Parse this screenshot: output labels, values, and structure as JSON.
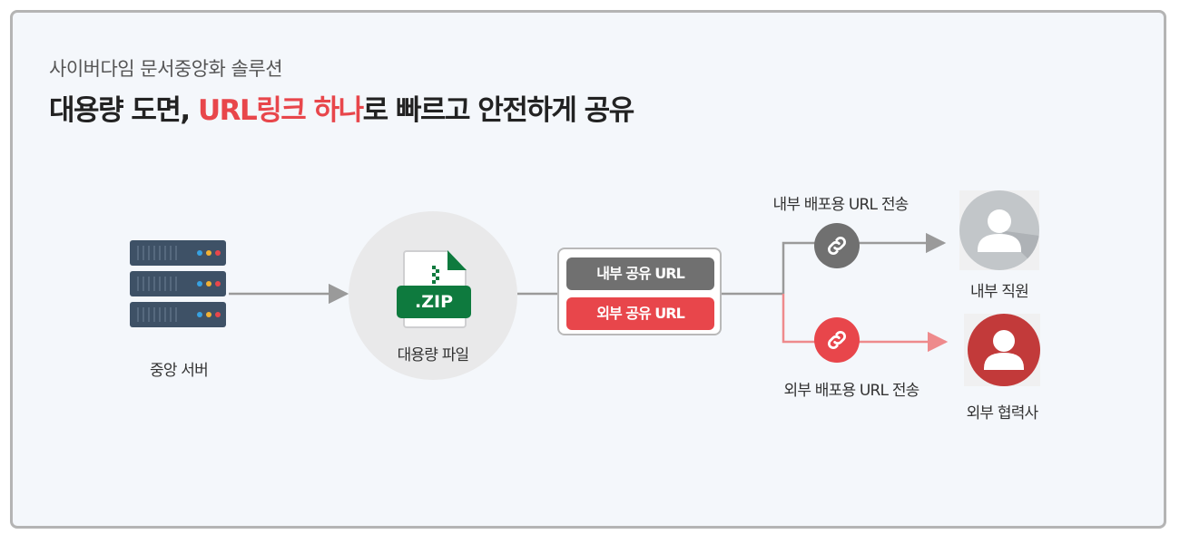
{
  "header": {
    "subtitle": "사이버다임 문서중앙화 솔루션",
    "title_part1": "대용량 도면, ",
    "title_accent": "URL링크 하나",
    "title_part2": "로 빠르고 안전하게 공유"
  },
  "nodes": {
    "server": {
      "label": "중앙 서버"
    },
    "file": {
      "label": "대용량 파일",
      "badge": ".ZIP"
    },
    "url_box": {
      "internal_label": "내부 공유 URL",
      "external_label": "외부 공유 URL"
    },
    "internal_recipient": {
      "label": "내부 직원"
    },
    "external_recipient": {
      "label": "외부 협력사"
    }
  },
  "edges": {
    "internal": {
      "label": "내부 배포용 URL 전송"
    },
    "external": {
      "label": "외부 배포용 URL 전송"
    }
  },
  "icons": {
    "server": "server-icon",
    "file": "zip-file-icon",
    "link": "link-icon",
    "user": "user-icon"
  },
  "colors": {
    "accent": "#e8464b",
    "internal": "#707070",
    "external": "#e8464b",
    "zip_green": "#0e7a3e",
    "server": "#3e5166"
  }
}
